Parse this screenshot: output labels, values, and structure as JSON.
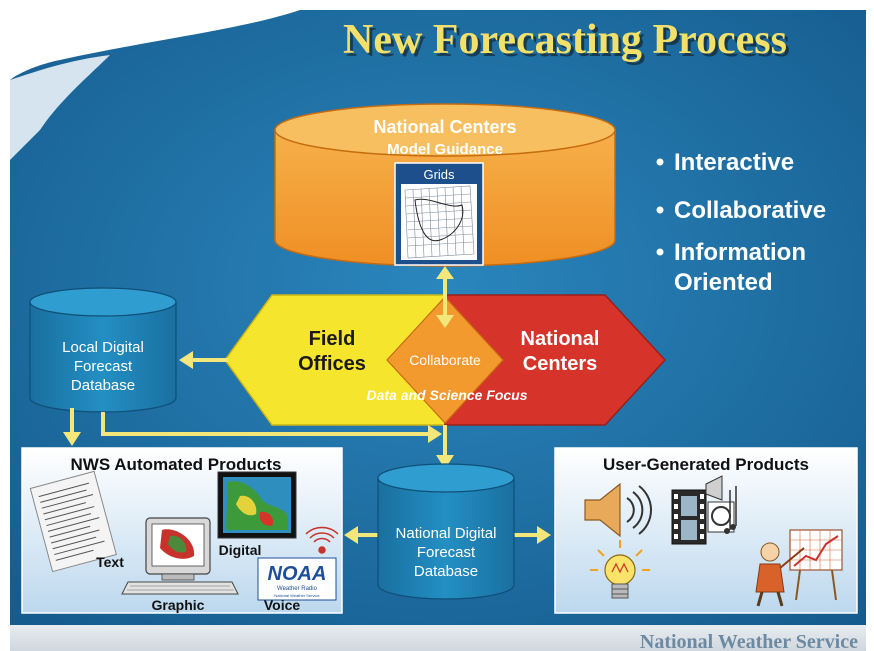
{
  "title": "New Forecasting Process",
  "bullets": [
    "Interactive",
    "Collaborative",
    "Information",
    "Oriented"
  ],
  "national_centers_db": {
    "title": "National Centers",
    "subtitle": "Model Guidance",
    "grids_label": "Grids"
  },
  "local_db": [
    "Local Digital",
    "Forecast",
    "Database"
  ],
  "field_offices": [
    "Field",
    "Offices"
  ],
  "national_centers_hex": [
    "National",
    "Centers"
  ],
  "collaborate": "Collaborate",
  "data_science": "Data and Science Focus",
  "nws_panel": {
    "title": "NWS Automated Products",
    "text_label": "Text",
    "graphic_label": "Graphic",
    "digital_label": "Digital",
    "voice_label": "Voice",
    "noaa_logo": "NOAA",
    "logo_sub1": "Weather Radio",
    "logo_sub2": "National Weather Service"
  },
  "national_db": [
    "National Digital",
    "Forecast",
    "Database"
  ],
  "user_panel": {
    "title": "User-Generated Products"
  },
  "footer": "National Weather Service",
  "colors": {
    "background_blue": "#1f6fa6",
    "title_yellow": "#f2e06a",
    "orange": "#f29a2e",
    "yellow": "#f5e52c",
    "red": "#d6342a",
    "arrow": "#f4e77a",
    "cylinder_blue": "#1d86b8"
  }
}
